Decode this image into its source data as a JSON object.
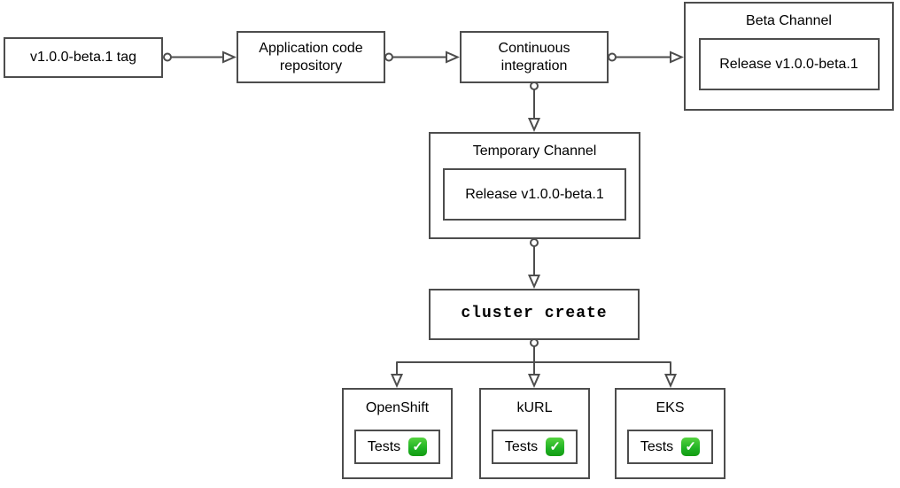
{
  "colors": {
    "background": "#ffffff",
    "stroke": "#4d4d4d",
    "text": "#000000",
    "check_green": "#1fb124"
  },
  "nodes": {
    "tag": {
      "label": "v1.0.0-beta.1 tag"
    },
    "app_repo": {
      "label": "Application code repository"
    },
    "ci": {
      "label": "Continuous integration"
    },
    "beta_channel": {
      "title": "Beta Channel",
      "release_label": "Release v1.0.0-beta.1"
    },
    "temp_channel": {
      "title": "Temporary Channel",
      "release_label": "Release v1.0.0-beta.1"
    },
    "cluster_create": {
      "label": "cluster create"
    }
  },
  "clusters": [
    {
      "title": "OpenShift",
      "tests_label": "Tests",
      "check_glyph": "✓"
    },
    {
      "title": "kURL",
      "tests_label": "Tests",
      "check_glyph": "✓"
    },
    {
      "title": "EKS",
      "tests_label": "Tests",
      "check_glyph": "✓"
    }
  ]
}
